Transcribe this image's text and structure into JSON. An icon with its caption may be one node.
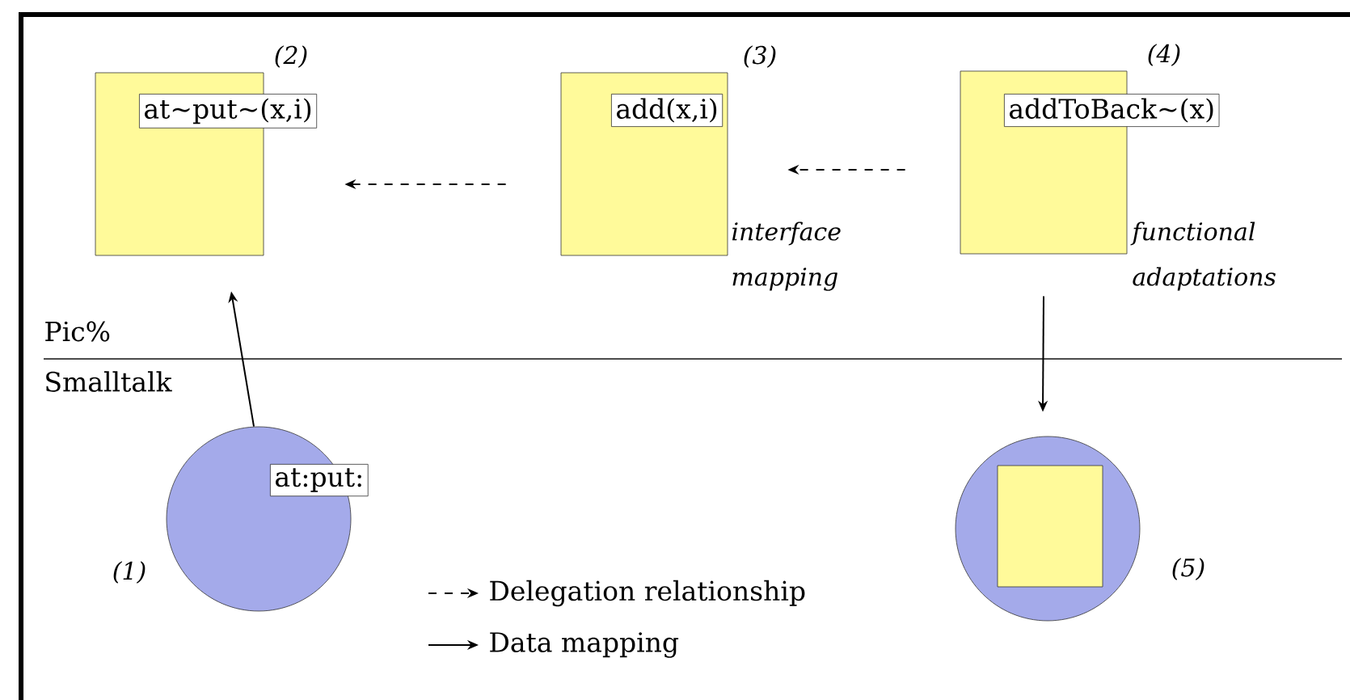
{
  "diagram": {
    "nodes": [
      {
        "text": [
          "at~put~(x,i)"
        ],
        "beside": [
          "(2)"
        ]
      },
      {
        "text": [
          "add(x,i)"
        ],
        "beside": [
          "(3)",
          "interface mapping"
        ]
      },
      {
        "text": [
          "addToBack~(x)"
        ],
        "beside": [
          "(4)",
          "functional adaptations"
        ]
      },
      {
        "text": [
          "at:put:"
        ],
        "beside": [
          "(1)"
        ]
      },
      {
        "text": [],
        "shape": "circle",
        "beside": [
          "(5)"
        ]
      },
      {
        "text": [],
        "shape": "box",
        "in": 4
      }
    ],
    "edges": [
      {
        "from": 1,
        "to": 0,
        "arrow": "to",
        "style": "dashed"
      },
      {
        "from": 2,
        "to": 1,
        "arrow": "to",
        "style": "dashed"
      },
      {
        "from": 3,
        "to": 0,
        "arrow": "to"
      },
      {
        "from": 2,
        "to": 4,
        "arrow": "to"
      }
    ],
    "labels": [
      "Pic%",
      "Smalltalk"
    ],
    "legend": [
      {
        "text": "Delegation relationship"
      },
      {
        "text": "Data mapping"
      }
    ]
  }
}
